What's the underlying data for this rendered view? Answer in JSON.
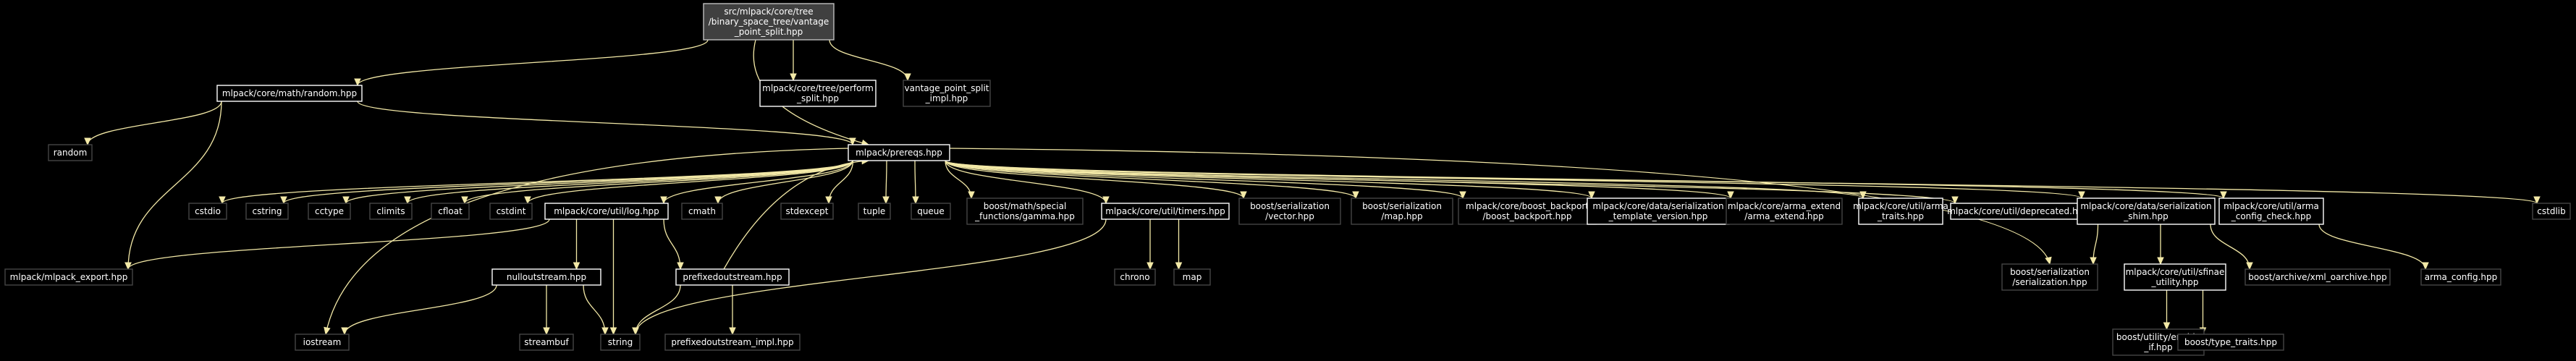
{
  "graph": {
    "nodes": [
      {
        "id": "n0",
        "kind": "root",
        "lines": [
          "src/mlpack/core/tree",
          "/binary_space_tree/vantage",
          "_point_split.hpp"
        ]
      },
      {
        "id": "n1",
        "kind": "file",
        "lines": [
          "mlpack/core/math/random.hpp"
        ]
      },
      {
        "id": "n2",
        "kind": "file",
        "lines": [
          "mlpack/core/tree/perform",
          "_split.hpp"
        ]
      },
      {
        "id": "n3",
        "kind": "ext",
        "lines": [
          "vantage_point_split",
          "_impl.hpp"
        ]
      },
      {
        "id": "n4",
        "kind": "ext",
        "lines": [
          "random"
        ]
      },
      {
        "id": "n5",
        "kind": "file",
        "lines": [
          "mlpack/prereqs.hpp"
        ]
      },
      {
        "id": "n6",
        "kind": "ext",
        "lines": [
          "cstdio"
        ]
      },
      {
        "id": "n7",
        "kind": "ext",
        "lines": [
          "cstring"
        ]
      },
      {
        "id": "n8",
        "kind": "ext",
        "lines": [
          "cctype"
        ]
      },
      {
        "id": "n9",
        "kind": "ext",
        "lines": [
          "climits"
        ]
      },
      {
        "id": "n10",
        "kind": "ext",
        "lines": [
          "cfloat"
        ]
      },
      {
        "id": "n11",
        "kind": "ext",
        "lines": [
          "cstdint"
        ]
      },
      {
        "id": "n12",
        "kind": "file",
        "lines": [
          "mlpack/core/util/log.hpp"
        ]
      },
      {
        "id": "n13",
        "kind": "ext",
        "lines": [
          "cmath"
        ]
      },
      {
        "id": "n14",
        "kind": "ext",
        "lines": [
          "stdexcept"
        ]
      },
      {
        "id": "n15",
        "kind": "ext",
        "lines": [
          "tuple"
        ]
      },
      {
        "id": "n16",
        "kind": "ext",
        "lines": [
          "queue"
        ]
      },
      {
        "id": "n17",
        "kind": "ext",
        "lines": [
          "boost/math/special",
          "_functions/gamma.hpp"
        ]
      },
      {
        "id": "n18",
        "kind": "file",
        "lines": [
          "mlpack/core/util/timers.hpp"
        ]
      },
      {
        "id": "n19",
        "kind": "ext",
        "lines": [
          "boost/serialization",
          "/vector.hpp"
        ]
      },
      {
        "id": "n20",
        "kind": "ext",
        "lines": [
          "boost/serialization",
          "/map.hpp"
        ]
      },
      {
        "id": "n21",
        "kind": "ext",
        "lines": [
          "mlpack/core/boost_backport",
          "/boost_backport.hpp"
        ]
      },
      {
        "id": "n22",
        "kind": "file",
        "lines": [
          "mlpack/core/data/serialization",
          "_template_version.hpp"
        ]
      },
      {
        "id": "n23",
        "kind": "ext",
        "lines": [
          "mlpack/core/arma_extend",
          "/arma_extend.hpp"
        ]
      },
      {
        "id": "n24",
        "kind": "file",
        "lines": [
          "mlpack/core/util/arma",
          "_traits.hpp"
        ]
      },
      {
        "id": "n25",
        "kind": "file",
        "lines": [
          "mlpack/core/util/deprecated.hpp"
        ]
      },
      {
        "id": "n26",
        "kind": "file",
        "lines": [
          "mlpack/core/data/serialization",
          "_shim.hpp"
        ]
      },
      {
        "id": "n27",
        "kind": "file",
        "lines": [
          "mlpack/core/util/arma",
          "_config_check.hpp"
        ]
      },
      {
        "id": "n28",
        "kind": "ext",
        "lines": [
          "cstdlib"
        ]
      },
      {
        "id": "n29",
        "kind": "ext",
        "lines": [
          "mlpack/mlpack_export.hpp"
        ]
      },
      {
        "id": "n30",
        "kind": "file",
        "lines": [
          "nulloutstream.hpp"
        ]
      },
      {
        "id": "n31",
        "kind": "file",
        "lines": [
          "prefixedoutstream.hpp"
        ]
      },
      {
        "id": "n32",
        "kind": "ext",
        "lines": [
          "iostream"
        ]
      },
      {
        "id": "n33",
        "kind": "ext",
        "lines": [
          "streambuf"
        ]
      },
      {
        "id": "n34",
        "kind": "ext",
        "lines": [
          "string"
        ]
      },
      {
        "id": "n35",
        "kind": "ext",
        "lines": [
          "prefixedoutstream_impl.hpp"
        ]
      },
      {
        "id": "n36",
        "kind": "ext",
        "lines": [
          "chrono"
        ]
      },
      {
        "id": "n37",
        "kind": "ext",
        "lines": [
          "map"
        ]
      },
      {
        "id": "n38",
        "kind": "ext",
        "lines": [
          "boost/serialization",
          "/serialization.hpp"
        ]
      },
      {
        "id": "n39",
        "kind": "file",
        "lines": [
          "mlpack/core/util/sfinae",
          "_utility.hpp"
        ]
      },
      {
        "id": "n40",
        "kind": "ext",
        "lines": [
          "boost/archive/xml_oarchive.hpp"
        ]
      },
      {
        "id": "n41",
        "kind": "ext",
        "lines": [
          "arma_config.hpp"
        ]
      },
      {
        "id": "n42",
        "kind": "ext",
        "lines": [
          "boost/utility/enable",
          "_if.hpp"
        ]
      },
      {
        "id": "n43",
        "kind": "ext",
        "lines": [
          "boost/type_traits.hpp"
        ]
      }
    ],
    "edges": [
      [
        "n0",
        "n1"
      ],
      [
        "n0",
        "n2"
      ],
      [
        "n0",
        "n3"
      ],
      [
        "n0",
        "n5"
      ],
      [
        "n1",
        "n4"
      ],
      [
        "n1",
        "n5"
      ],
      [
        "n1",
        "n29"
      ],
      [
        "n5",
        "n6"
      ],
      [
        "n5",
        "n7"
      ],
      [
        "n5",
        "n8"
      ],
      [
        "n5",
        "n9"
      ],
      [
        "n5",
        "n10"
      ],
      [
        "n5",
        "n11"
      ],
      [
        "n5",
        "n12"
      ],
      [
        "n5",
        "n13"
      ],
      [
        "n5",
        "n14"
      ],
      [
        "n5",
        "n15"
      ],
      [
        "n5",
        "n16"
      ],
      [
        "n5",
        "n17"
      ],
      [
        "n5",
        "n18"
      ],
      [
        "n5",
        "n19"
      ],
      [
        "n5",
        "n20"
      ],
      [
        "n5",
        "n21"
      ],
      [
        "n5",
        "n22"
      ],
      [
        "n5",
        "n23"
      ],
      [
        "n5",
        "n24"
      ],
      [
        "n5",
        "n25"
      ],
      [
        "n5",
        "n26"
      ],
      [
        "n5",
        "n27"
      ],
      [
        "n5",
        "n28"
      ],
      [
        "n5",
        "n32"
      ],
      [
        "n5",
        "n38"
      ],
      [
        "n12",
        "n29"
      ],
      [
        "n12",
        "n30"
      ],
      [
        "n12",
        "n31"
      ],
      [
        "n12",
        "n34"
      ],
      [
        "n30",
        "n32"
      ],
      [
        "n30",
        "n33"
      ],
      [
        "n30",
        "n34"
      ],
      [
        "n31",
        "n5"
      ],
      [
        "n31",
        "n34"
      ],
      [
        "n31",
        "n35"
      ],
      [
        "n18",
        "n36"
      ],
      [
        "n18",
        "n37"
      ],
      [
        "n18",
        "n34"
      ],
      [
        "n26",
        "n38"
      ],
      [
        "n26",
        "n39"
      ],
      [
        "n26",
        "n40"
      ],
      [
        "n27",
        "n41"
      ],
      [
        "n39",
        "n42"
      ],
      [
        "n39",
        "n43"
      ]
    ]
  }
}
